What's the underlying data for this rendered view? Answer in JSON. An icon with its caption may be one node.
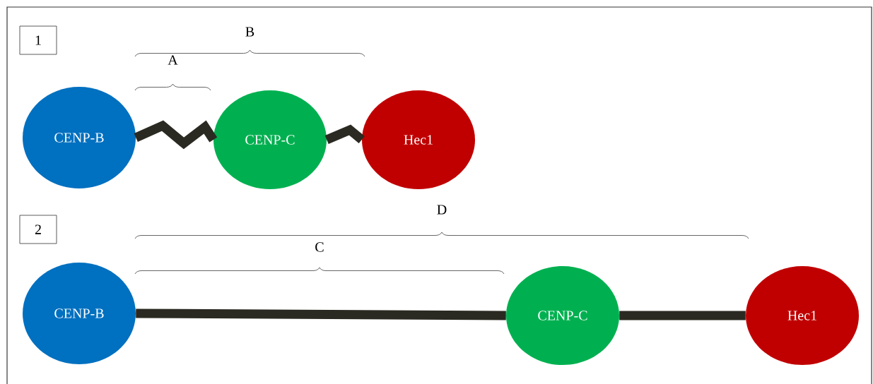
{
  "diagram": {
    "nodes": [
      {
        "text": [
          "1"
        ]
      },
      {
        "text": [
          "CENP-B"
        ]
      },
      {
        "text": [
          "CENP-C"
        ]
      },
      {
        "text": [
          "Hec1"
        ]
      },
      {
        "text": [
          "2"
        ]
      },
      {
        "text": [
          "CENP-B"
        ]
      },
      {
        "text": [
          "CENP-C"
        ]
      },
      {
        "text": [
          "Hec1"
        ]
      }
    ],
    "edges": [
      {
        "from": 1,
        "to": 2,
        "arrow": "none"
      },
      {
        "from": 2,
        "to": 3,
        "arrow": "none"
      },
      {
        "from": 5,
        "to": 6,
        "arrow": "none"
      },
      {
        "from": 6,
        "to": 7,
        "arrow": "none"
      }
    ],
    "labels": [
      "B",
      "A",
      "D",
      "C"
    ]
  }
}
